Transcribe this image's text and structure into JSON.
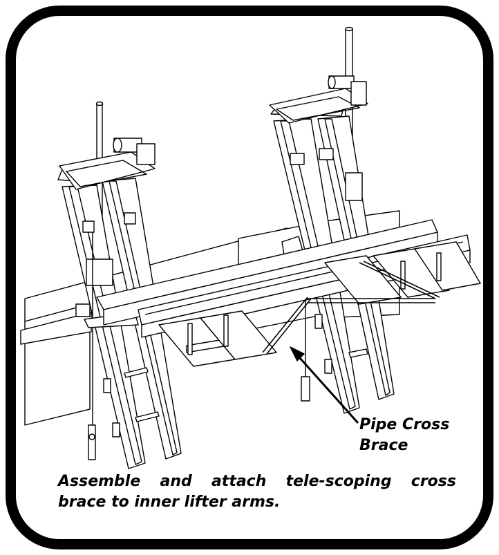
{
  "callout": {
    "line1": "Pipe Cross",
    "line2": "Brace"
  },
  "caption": {
    "words": [
      "Assemble",
      "and",
      "attach",
      "tele-scoping",
      "cross"
    ],
    "line2": "brace to inner lifter arms."
  }
}
